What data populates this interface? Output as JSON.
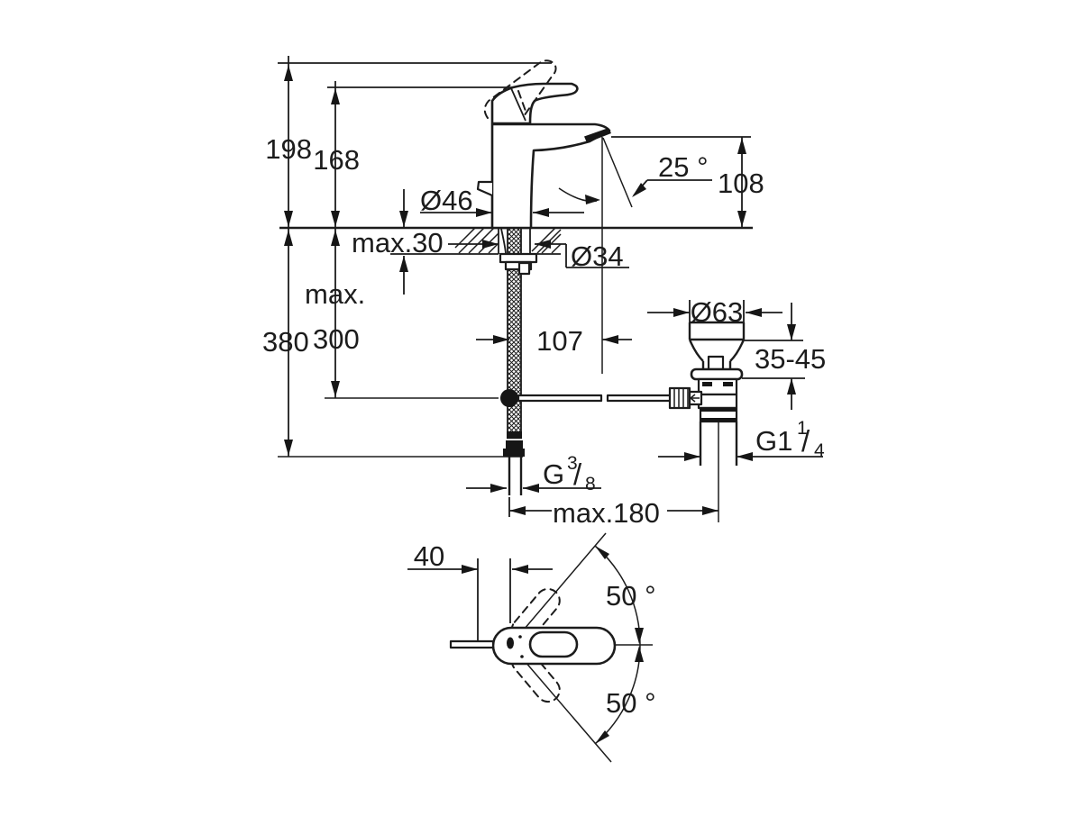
{
  "drawing": {
    "background": "#ffffff",
    "line_color": "#1c1c1c",
    "description": "technical-dimension-drawing-of-single-lever-basin-faucet-with-pop-up-drain"
  },
  "front_view": {
    "labels": {
      "height_total": "198",
      "height_to_lever": "168",
      "body_diameter": "Ø46",
      "spout_angle": "25 °",
      "spout_height": "108",
      "deck_thickness": "max.30",
      "shank_diameter": "Ø34",
      "hose_max_word": "max.",
      "hose_max_value": "300",
      "below_deck_depth": "380",
      "spout_reach": "107",
      "drain_flange_diameter": "Ø63",
      "mounting_depth_range": "35-45",
      "drain_thread": {
        "base": "G1",
        "numerator": "1",
        "fraction_slash": "/",
        "denominator": "4"
      },
      "supply_thread": {
        "base": "G",
        "numerator": "3",
        "fraction_slash": "/",
        "denominator": "8"
      },
      "hose_to_drain_max": "max.180"
    }
  },
  "top_view": {
    "labels": {
      "handle_offset": "40",
      "swing_angle_up": "50 °",
      "swing_angle_down": "50 °"
    }
  }
}
